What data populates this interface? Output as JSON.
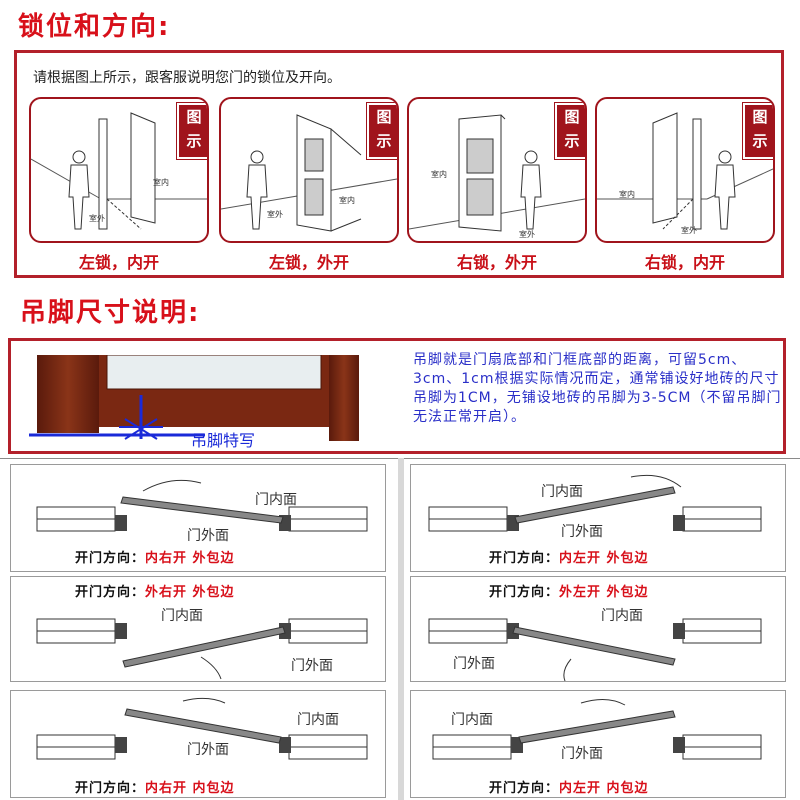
{
  "lock_section": {
    "title": "锁位和方向:",
    "instruction": "请根据图上所示，跟客服说明您门的锁位及开向。",
    "badge": [
      "图",
      "示"
    ],
    "indoor": "室内",
    "outdoor": "室外",
    "cards": [
      {
        "caption": "左锁，内开"
      },
      {
        "caption": "左锁，外开"
      },
      {
        "caption": "右锁，外开"
      },
      {
        "caption": "右锁，内开"
      }
    ]
  },
  "leg_section": {
    "title": "吊脚尺寸说明:",
    "closeup_label": "吊脚特写",
    "description": "吊脚就是门扇底部和门框底部的距离，可留5cm、3cm、1cm根据实际情况而定，通常铺设好地砖的尺寸吊脚为1CM，无铺设地砖的吊脚为3-5CM（不留吊脚门无法正常开启）。"
  },
  "opening_section": {
    "inner_face": "门内面",
    "outer_face": "门外面",
    "direction_label": "开门方向：",
    "panels": [
      {
        "direction": "内右开 外包边"
      },
      {
        "direction": "内左开 外包边"
      },
      {
        "direction": "外右开 外包边"
      },
      {
        "direction": "外左开 外包边"
      },
      {
        "direction": "内右开 内包边"
      },
      {
        "direction": "内左开 内包边"
      }
    ]
  }
}
